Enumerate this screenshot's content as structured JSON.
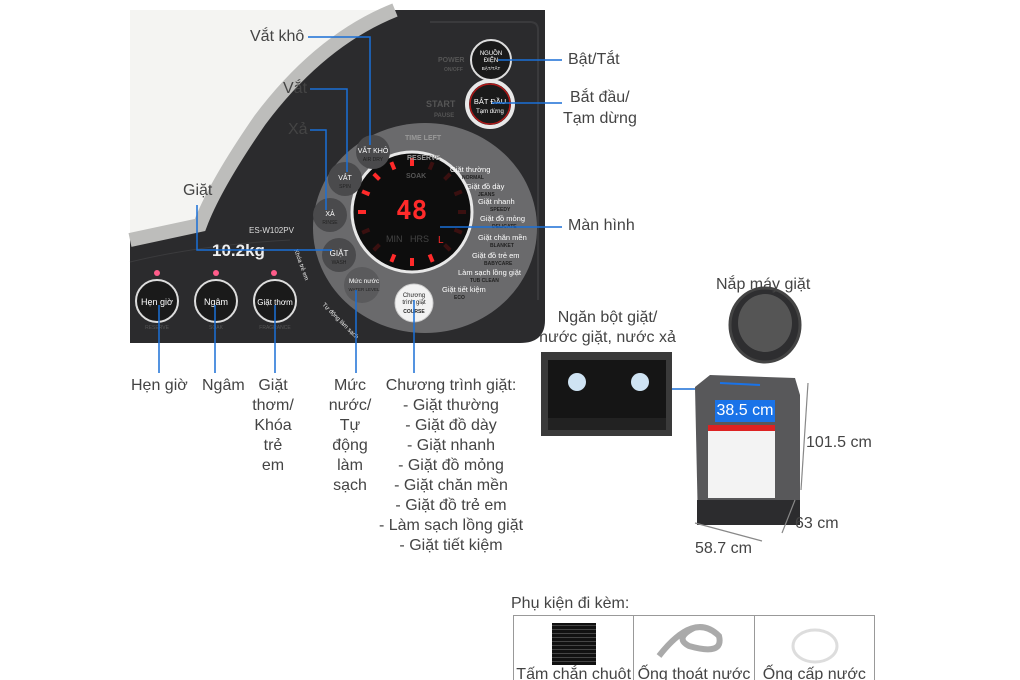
{
  "panel": {
    "model": "ES-W102PV",
    "capacity": "10.2kg",
    "display": "48",
    "display_units": [
      "MIN",
      "HRS"
    ],
    "display_flag": "L",
    "ring_labels": [
      "TIME LEFT",
      "RESERVE",
      "SOAK"
    ],
    "buttons": {
      "power": {
        "vi": "NGUỒN ĐIỆN",
        "sub": "BẬT/TẮT",
        "en": "POWER",
        "en2": "ON/OFF"
      },
      "start": {
        "vi": "BẮT ĐẦU",
        "sub": "Tạm dừng",
        "en": "START",
        "en2": "PAUSE"
      },
      "air_dry": {
        "vi": "VẮT KHÔ",
        "en": "AIR DRY"
      },
      "spin": {
        "vi": "VẮT",
        "en": "SPIN"
      },
      "rinse": {
        "vi": "XẢ",
        "en": "RINSE"
      },
      "wash": {
        "vi": "GIẶT",
        "en": "WASH"
      },
      "water_level": {
        "vi": "Mức nước",
        "en": "WATER LEVEL"
      },
      "course": {
        "vi": "Chương trình giặt",
        "en": "COURSE"
      },
      "reserve": {
        "vi": "Hẹn giờ",
        "en": "RESERVE"
      },
      "soak": {
        "vi": "Ngâm",
        "en": "SOAK"
      },
      "fragrance": {
        "vi": "Giặt thơm",
        "en": "FRAGRANCE"
      }
    },
    "programs": [
      {
        "vi": "Giặt thường",
        "en": "NORMAL"
      },
      {
        "vi": "Giặt đồ dày",
        "en": "JEANS"
      },
      {
        "vi": "Giặt nhanh",
        "en": "SPEEDY"
      },
      {
        "vi": "Giặt đồ mỏng",
        "en": "DELICATE"
      },
      {
        "vi": "Giặt chăn mền",
        "en": "BLANKET"
      },
      {
        "vi": "Giặt đồ trẻ em",
        "en": "BABYCARE"
      },
      {
        "vi": "Làm sạch lồng giặt",
        "en": "TUB CLEAN"
      },
      {
        "vi": "Giặt tiết kiệm",
        "en": "ECO"
      }
    ],
    "child_lock": "Khóa trẻ em",
    "auto_clean": "Tự động làm sạch"
  },
  "callouts": {
    "air_dry": "Vắt khô",
    "spin": "Vắt",
    "rinse": "Xả",
    "wash": "Giặt",
    "power": "Bật/Tắt",
    "start": [
      "Bắt đầu/",
      "Tạm dừng"
    ],
    "display": "Màn hình",
    "reserve": "Hẹn giờ",
    "soak": "Ngâm",
    "fragrance": [
      "Giặt",
      "thơm/",
      "Khóa",
      "trẻ",
      "em"
    ],
    "water_level": [
      "Mức",
      "nước/",
      "Tự",
      "động",
      "làm",
      "sạch"
    ],
    "course_title": "Chương trình giặt:",
    "course_items": [
      "- Giặt thường",
      "- Giặt đồ dày",
      "- Giặt nhanh",
      "- Giặt đồ mỏng",
      "- Giặt chăn mền",
      "- Giặt đồ trẻ em",
      "- Làm sạch lồng giặt",
      "- Giặt tiết kiệm"
    ],
    "lid": "Nắp máy giặt",
    "drawer": [
      "Ngăn bột giặt/",
      "nước giặt, nước xả"
    ]
  },
  "dimensions": {
    "inner": "38.5 cm",
    "height": "101.5 cm",
    "depth": "63 cm",
    "width": "58.7 cm"
  },
  "accessories": {
    "title": "Phụ kiện đi kèm:",
    "items": [
      "Tấm chắn chuột",
      "Ống thoát nước",
      "Ống cấp nước"
    ]
  },
  "colors": {
    "callout_line": "#1a6fd6",
    "panel": "#2b2b2d",
    "ring": "#6a6a6c",
    "led": "#ff2a2a",
    "dim_badge": "#1a73e8"
  }
}
